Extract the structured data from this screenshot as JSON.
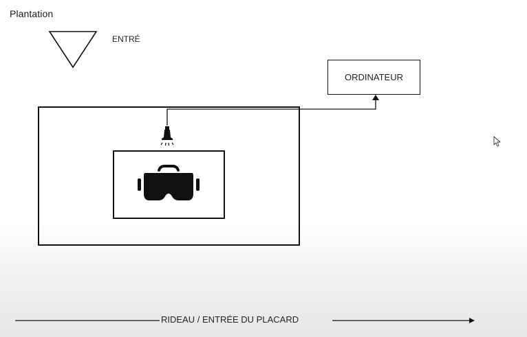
{
  "diagram": {
    "title": "Plantation",
    "entrance_label": "ENTRÉ",
    "computer_label": "ORDINATEUR",
    "curtain_label": "RIDEAU / ENTRÉE DU PLACARD"
  },
  "icons": {
    "entrance": "triangle-down-icon",
    "camera": "camera-icon",
    "headset": "vr-headset-icon",
    "cursor": "mouse-cursor-icon"
  },
  "colors": {
    "stroke": "#111111",
    "background": "#ffffff"
  }
}
